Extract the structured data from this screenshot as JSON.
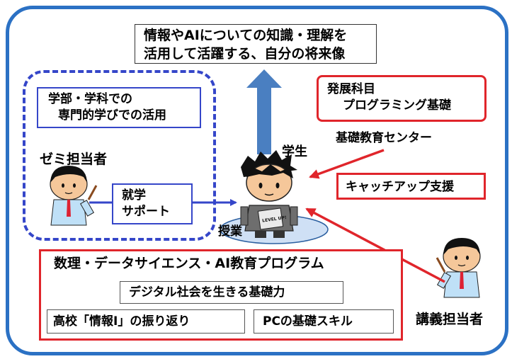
{
  "goal": {
    "line1": "情報やAIについての知識・理解を",
    "line2": "活用して活躍する、自分の将来像"
  },
  "faculty": {
    "line1": "学部・学科での",
    "line2": "専門的学びでの活用"
  },
  "seminar_leader": "ゼミ担当者",
  "study_support": {
    "line1": "就学",
    "line2": "サポート"
  },
  "development_course": {
    "line1": "発展科目",
    "line2": "プログラミング基礎"
  },
  "center": "基礎教育センター",
  "catch_up": "キャッチアップ支援",
  "student": "学生",
  "student_badge": "LEVEL UP!",
  "class_label": "授業",
  "program": {
    "title": "数理・データサイエンス・AI教育プログラム",
    "item1": "デジタル社会を生きる基礎力",
    "item2": "高校「情報Ⅰ」の振り返り",
    "item3": "PCの基礎スキル"
  },
  "lecturer": "講義担当者",
  "colors": {
    "frame": "#2b71c4",
    "dashed": "#3546c9",
    "red": "#e0252b",
    "up_arrow": "#4a7fc1"
  }
}
